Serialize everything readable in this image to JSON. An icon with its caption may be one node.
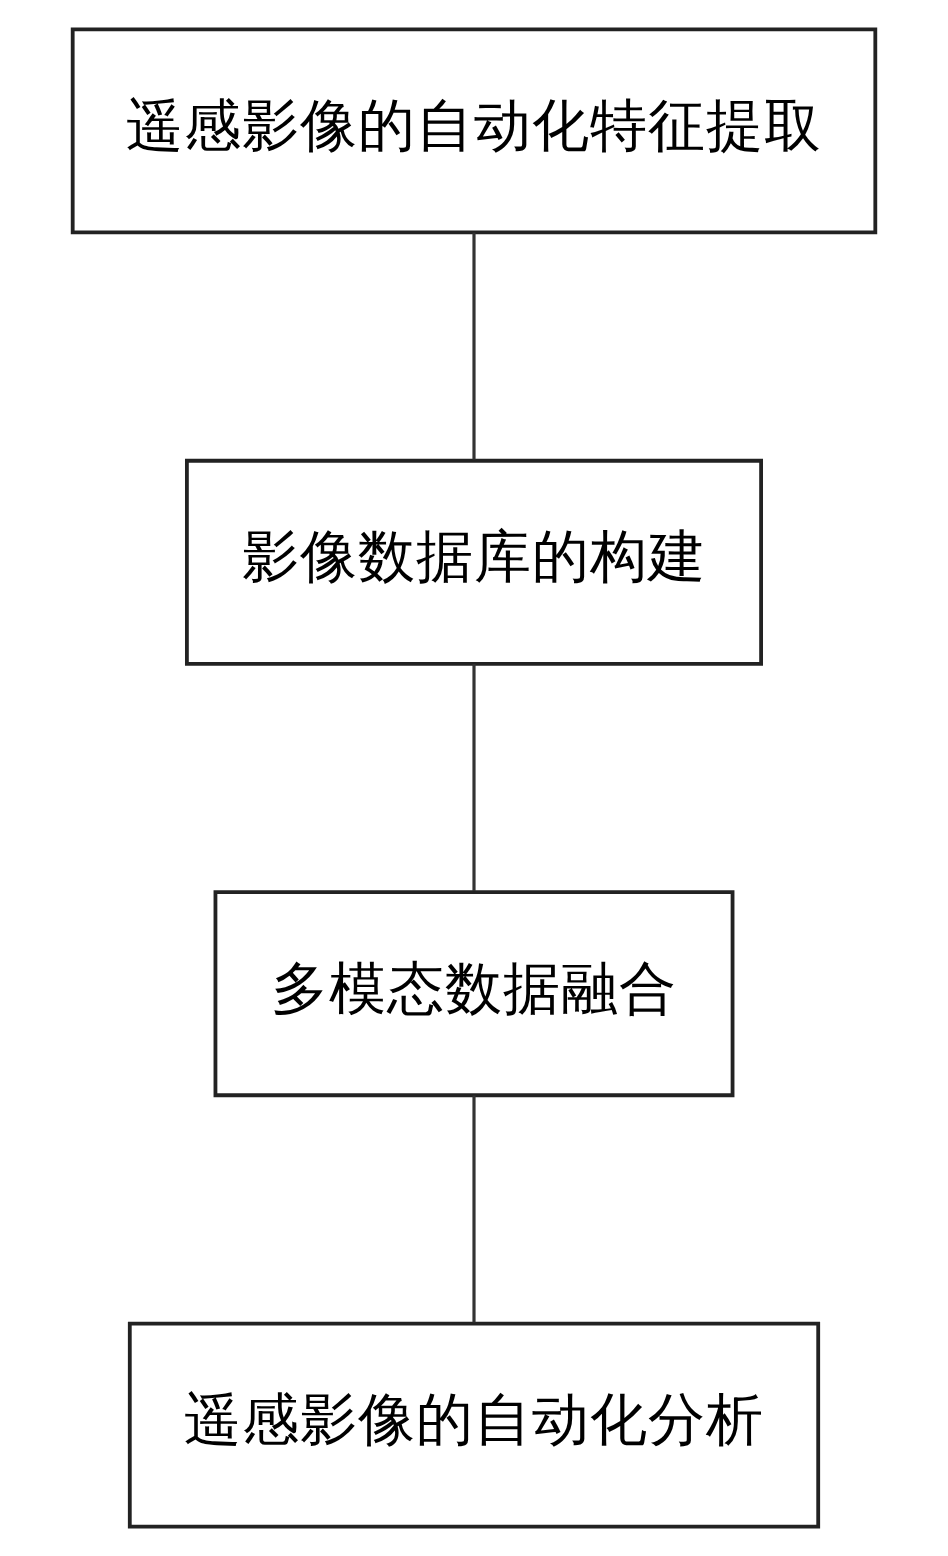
{
  "diagram": {
    "nodes": [
      {
        "text": [
          "遥感影像的自动化特征提取"
        ]
      },
      {
        "text": [
          "影像数据库的构建"
        ]
      },
      {
        "text": [
          "多模态数据融合"
        ]
      },
      {
        "text": [
          "遥感影像的自动化分析"
        ]
      }
    ],
    "edges": [
      {
        "from": 0,
        "to": 1,
        "arrow": "none"
      },
      {
        "from": 1,
        "to": 2,
        "arrow": "none"
      },
      {
        "from": 2,
        "to": 3,
        "arrow": "none"
      }
    ]
  }
}
